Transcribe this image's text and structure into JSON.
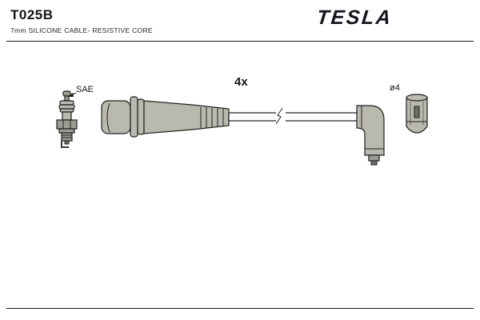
{
  "header": {
    "part_number": "T025B",
    "subtitle": "7mm SILICONE CABLE- RESISTIVE CORE",
    "brand": "TESLA"
  },
  "labels": {
    "quantity": "4x",
    "spark_plug_standard": "SAE",
    "terminal_diameter": "ø4"
  },
  "colors": {
    "brand": "#15151e",
    "outline": "#1f1f1f",
    "part_fill": "#b9b9af",
    "metal_fill": "#9c9c92"
  }
}
